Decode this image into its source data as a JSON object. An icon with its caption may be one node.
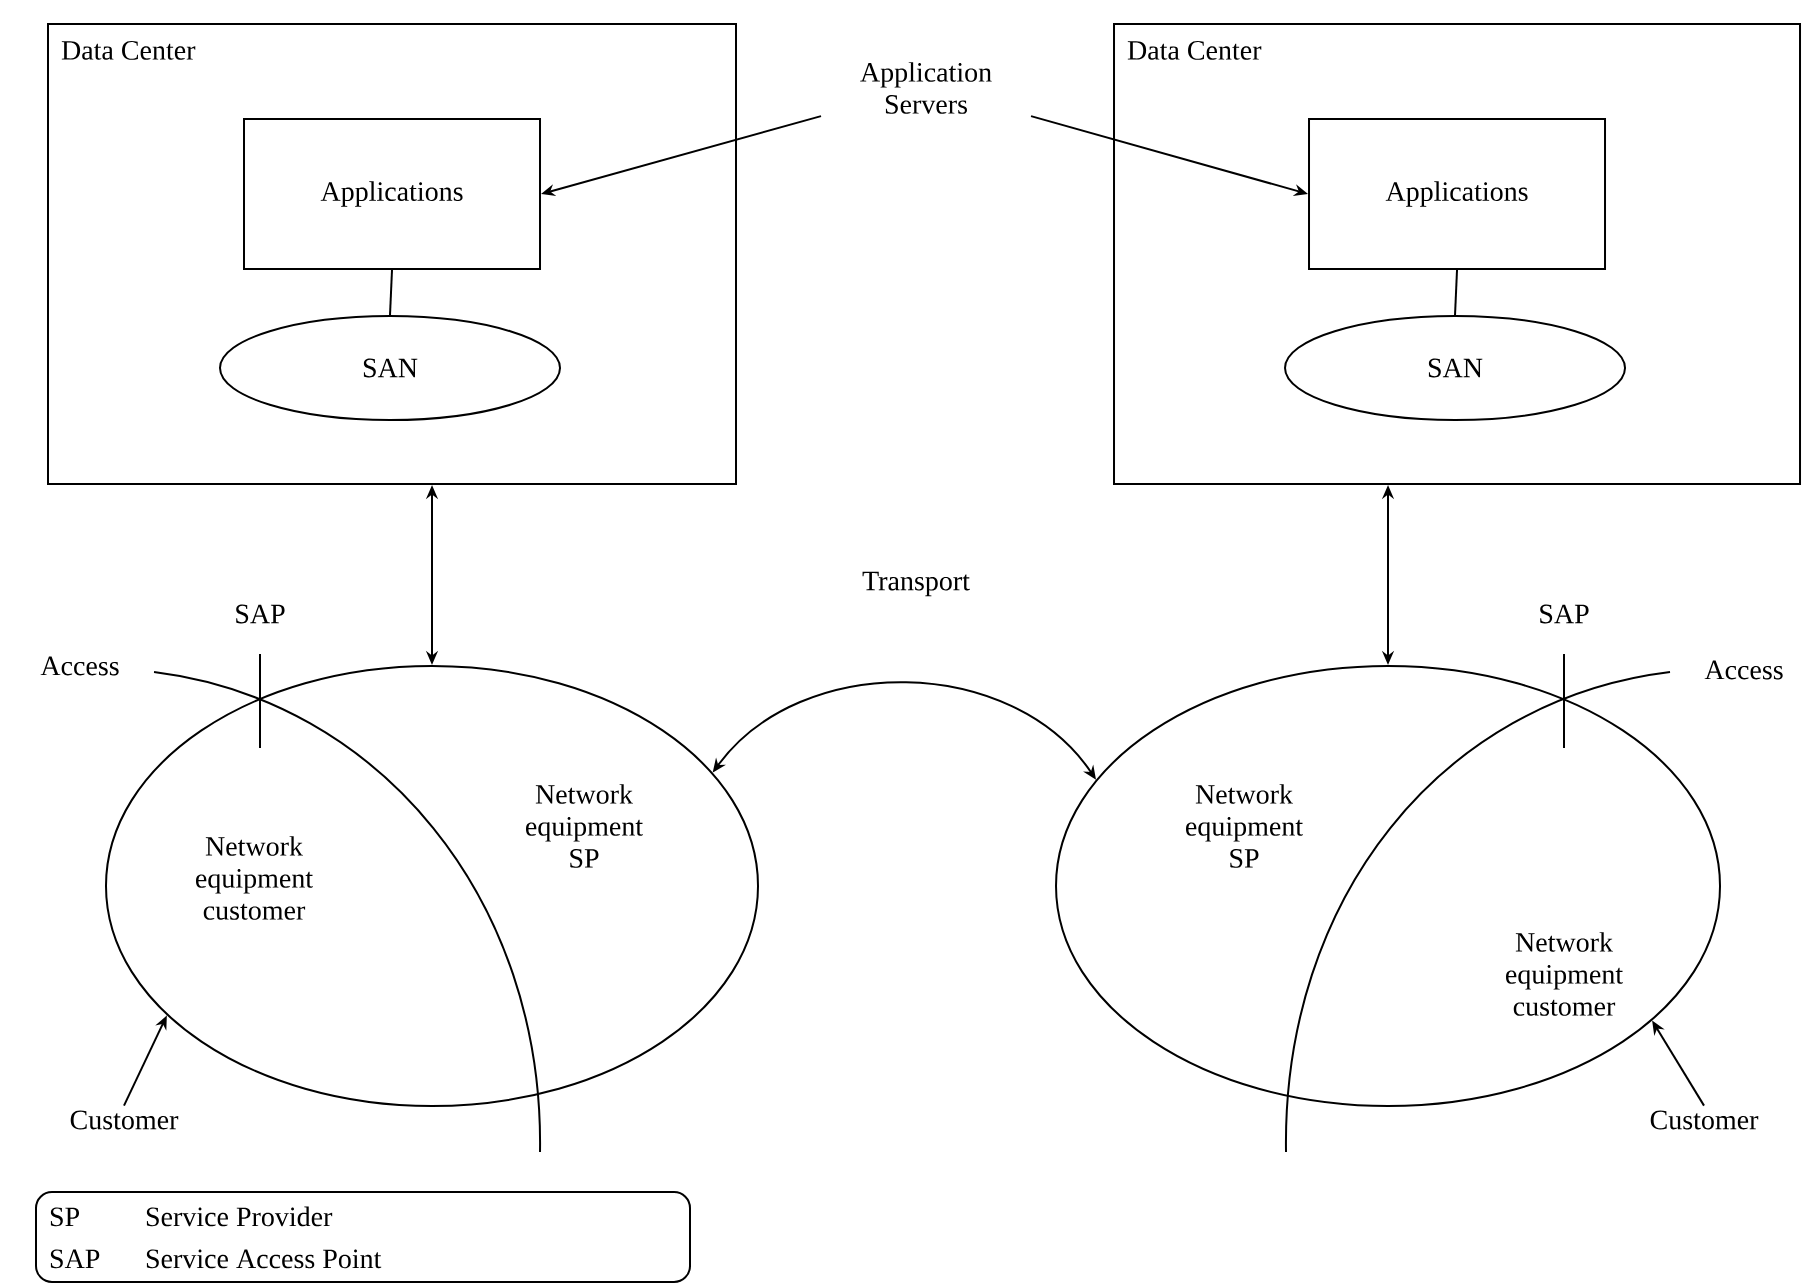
{
  "diagram": {
    "nodes": [
      {
        "text": [
          "Data Center"
        ]
      },
      {
        "text": [
          "Applications"
        ],
        "in": 0
      },
      {
        "text": [
          "SAN"
        ],
        "in": 0
      },
      {
        "text": [
          "Data Center"
        ]
      },
      {
        "text": [
          "Applications"
        ],
        "in": 3
      },
      {
        "text": [
          "SAN"
        ],
        "in": 3
      },
      {
        "text": [
          "Application Servers"
        ]
      },
      {
        "text": [
          "Network equipment customer",
          "Network equipment SP"
        ]
      },
      {
        "text": [
          "Network equipment SP",
          "Network equipment customer"
        ]
      },
      {
        "text": [
          "Customer"
        ]
      },
      {
        "text": [
          "Customer"
        ]
      },
      {
        "text": [
          "SP",
          "Service Provider",
          "SAP",
          "Service Access Point"
        ]
      }
    ],
    "edges": [
      {
        "from": 6,
        "to": 1,
        "arrow": "to"
      },
      {
        "from": 6,
        "to": 4,
        "arrow": "to"
      },
      {
        "from": 1,
        "to": 2,
        "arrow": "none"
      },
      {
        "from": 4,
        "to": 5,
        "arrow": "none"
      },
      {
        "from": 0,
        "to": 7,
        "arrow": "both"
      },
      {
        "from": 3,
        "to": 8,
        "arrow": "both"
      },
      {
        "from": 7,
        "to": 8,
        "arrow": "both",
        "label": "Transport"
      },
      {
        "from": 9,
        "to": 7,
        "arrow": "to"
      },
      {
        "from": 10,
        "to": 8,
        "arrow": "to"
      }
    ],
    "labels": [
      "SAP",
      "Access",
      "SAP",
      "Access"
    ]
  }
}
